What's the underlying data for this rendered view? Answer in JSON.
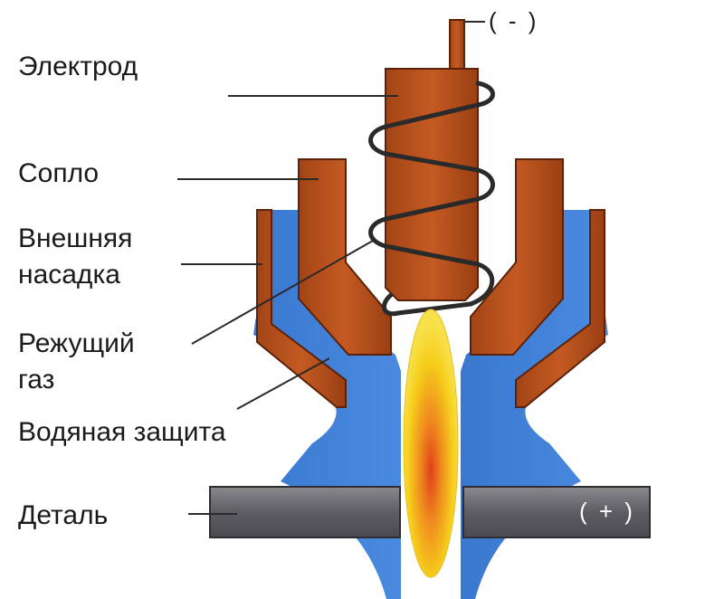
{
  "labels": {
    "electrode": "Электрод",
    "nozzle": "Сопло",
    "outer_cap_line1": "Внешняя",
    "outer_cap_line2": "насадка",
    "cutting_gas_line1": "Режущий",
    "cutting_gas_line2": "газ",
    "water_shield": "Водяная защита",
    "workpiece": "Деталь"
  },
  "polarity": {
    "negative": "( - )",
    "positive": "( + )"
  },
  "colors": {
    "copper": "#b8501c",
    "copper_dark": "#6b2a0c",
    "water": "#3f7fd4",
    "workpiece": "#6e6e72",
    "arc_outer": "#f5d21a",
    "arc_core": "#e8641a",
    "coil": "#2a2a2a"
  }
}
